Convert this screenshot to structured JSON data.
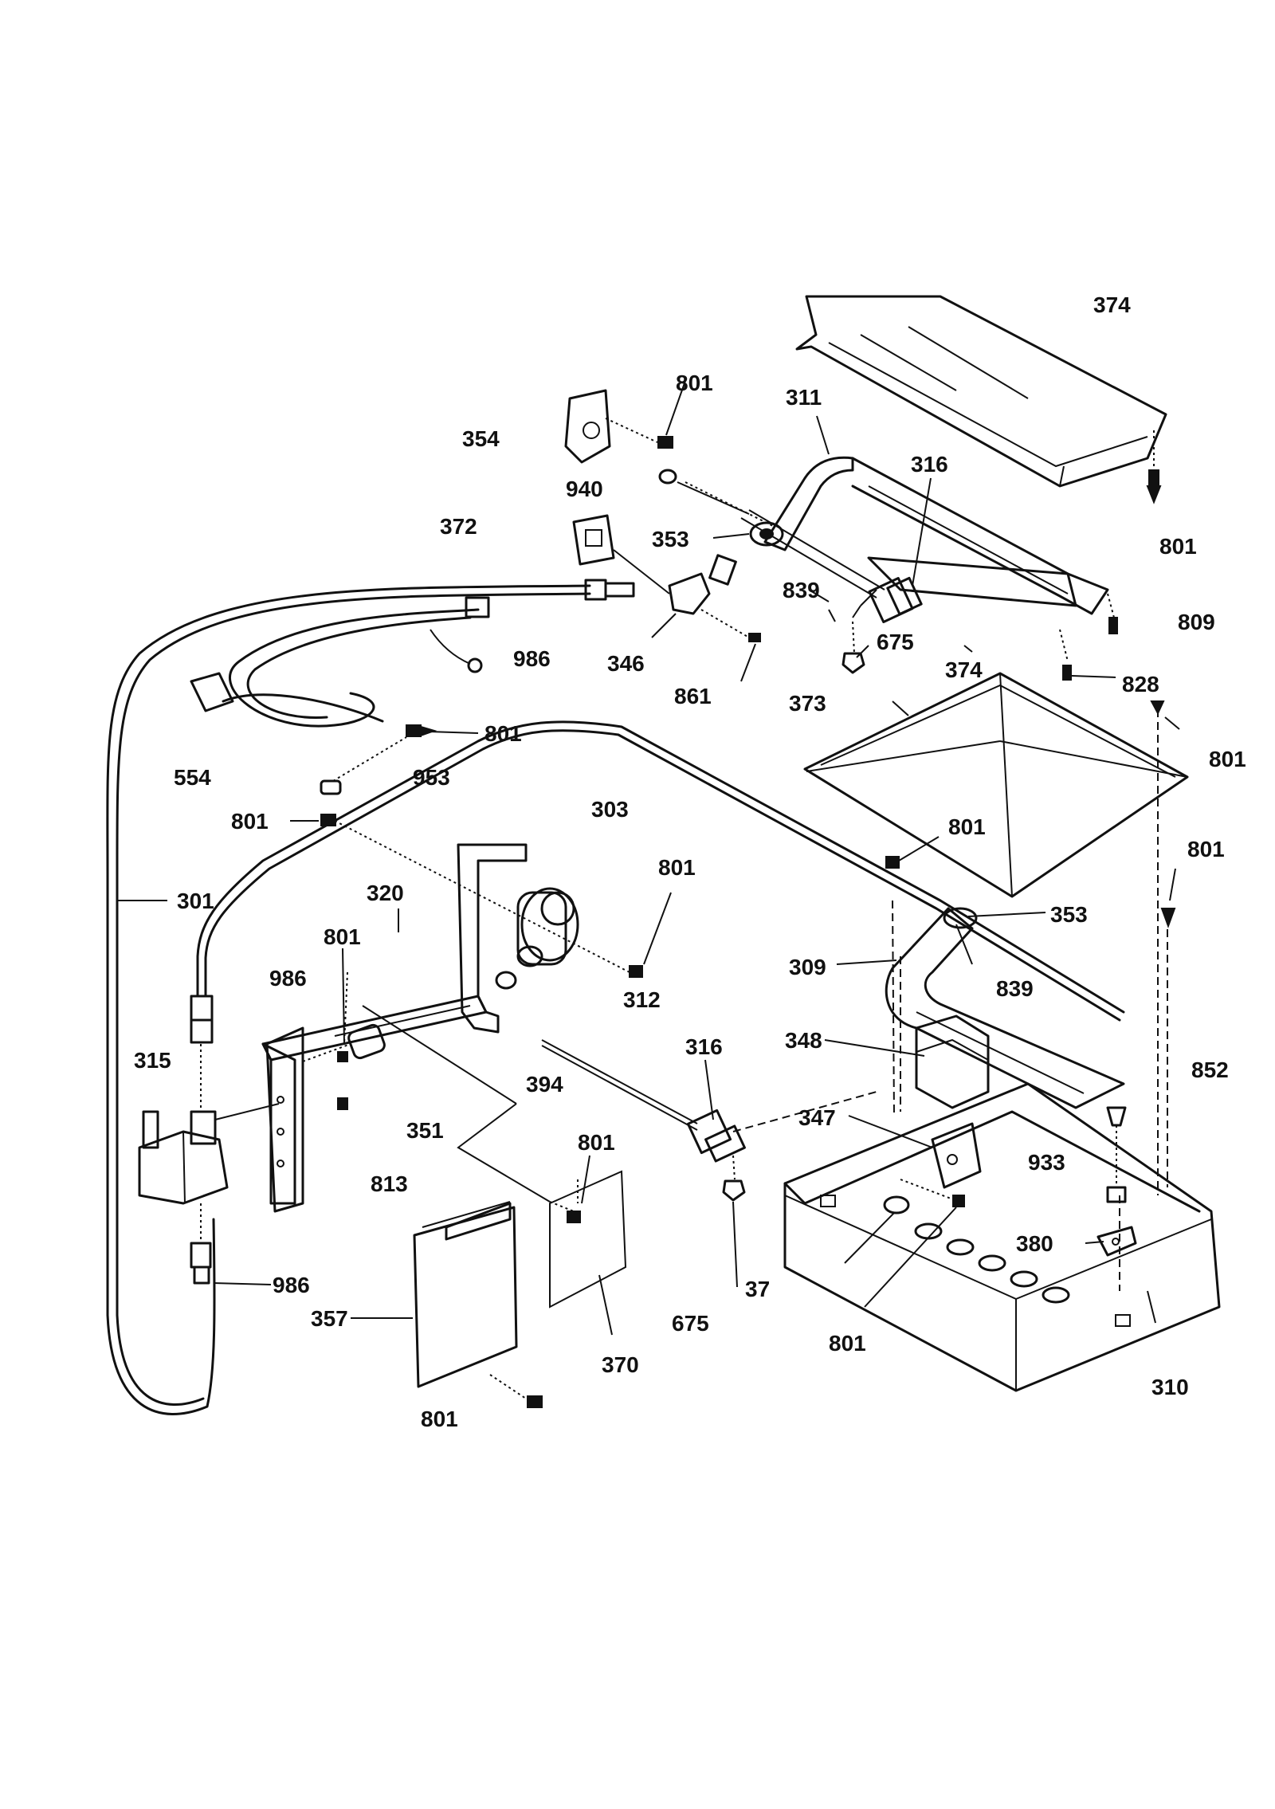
{
  "callouts": [
    {
      "id": "c374a",
      "label": "374"
    },
    {
      "id": "c801a",
      "label": "801"
    },
    {
      "id": "c311",
      "label": "311"
    },
    {
      "id": "c354",
      "label": "354"
    },
    {
      "id": "c316a",
      "label": "316"
    },
    {
      "id": "c940",
      "label": "940"
    },
    {
      "id": "c801b",
      "label": "801"
    },
    {
      "id": "c372",
      "label": "372"
    },
    {
      "id": "c353a",
      "label": "353"
    },
    {
      "id": "c839a",
      "label": "839"
    },
    {
      "id": "c809",
      "label": "809"
    },
    {
      "id": "c986a",
      "label": "986"
    },
    {
      "id": "c346",
      "label": "346"
    },
    {
      "id": "c675a",
      "label": "675"
    },
    {
      "id": "c374b",
      "label": "374"
    },
    {
      "id": "c861",
      "label": "861"
    },
    {
      "id": "c828",
      "label": "828"
    },
    {
      "id": "c373",
      "label": "373"
    },
    {
      "id": "c801c",
      "label": "801"
    },
    {
      "id": "c801d",
      "label": "801"
    },
    {
      "id": "c554",
      "label": "554"
    },
    {
      "id": "c953",
      "label": "953"
    },
    {
      "id": "c303",
      "label": "303"
    },
    {
      "id": "c801e",
      "label": "801"
    },
    {
      "id": "c801f",
      "label": "801"
    },
    {
      "id": "c801g",
      "label": "801"
    },
    {
      "id": "c801h",
      "label": "801"
    },
    {
      "id": "c301",
      "label": "301"
    },
    {
      "id": "c320",
      "label": "320"
    },
    {
      "id": "c353b",
      "label": "353"
    },
    {
      "id": "c801i",
      "label": "801"
    },
    {
      "id": "c309",
      "label": "309"
    },
    {
      "id": "c986b",
      "label": "986"
    },
    {
      "id": "c839b",
      "label": "839"
    },
    {
      "id": "c312",
      "label": "312"
    },
    {
      "id": "c348",
      "label": "348"
    },
    {
      "id": "c316b",
      "label": "316"
    },
    {
      "id": "c315",
      "label": "315"
    },
    {
      "id": "c852",
      "label": "852"
    },
    {
      "id": "c394",
      "label": "394"
    },
    {
      "id": "c347",
      "label": "347"
    },
    {
      "id": "c351",
      "label": "351"
    },
    {
      "id": "c801j",
      "label": "801"
    },
    {
      "id": "c933",
      "label": "933"
    },
    {
      "id": "c813",
      "label": "813"
    },
    {
      "id": "c380",
      "label": "380"
    },
    {
      "id": "c986c",
      "label": "986"
    },
    {
      "id": "c37",
      "label": "37"
    },
    {
      "id": "c357",
      "label": "357"
    },
    {
      "id": "c675b",
      "label": "675"
    },
    {
      "id": "c801k",
      "label": "801"
    },
    {
      "id": "c370",
      "label": "370"
    },
    {
      "id": "c310",
      "label": "310"
    },
    {
      "id": "c801l",
      "label": "801"
    }
  ]
}
